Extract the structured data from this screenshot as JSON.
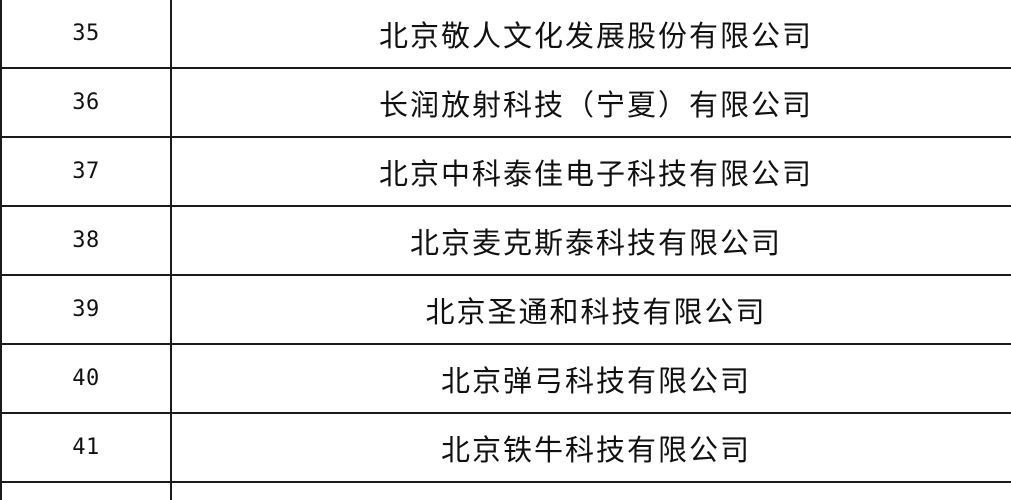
{
  "table": {
    "rows": [
      {
        "no": "35",
        "name": "北京敬人文化发展股份有限公司"
      },
      {
        "no": "36",
        "name": "长润放射科技（宁夏）有限公司"
      },
      {
        "no": "37",
        "name": "北京中科泰佳电子科技有限公司"
      },
      {
        "no": "38",
        "name": "北京麦克斯泰科技有限公司"
      },
      {
        "no": "39",
        "name": "北京圣通和科技有限公司"
      },
      {
        "no": "40",
        "name": "北京弹弓科技有限公司"
      },
      {
        "no": "41",
        "name": "北京铁牛科技有限公司"
      }
    ]
  }
}
